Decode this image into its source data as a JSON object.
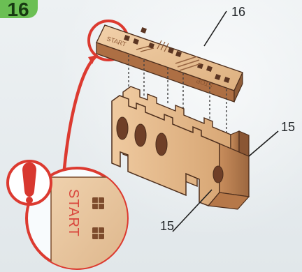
{
  "step": {
    "number": "16"
  },
  "labels": {
    "part_16": "16",
    "part_15_upper": "15",
    "part_15_lower": "15"
  },
  "detail": {
    "start_text": "START",
    "warning_icon": "exclamation-icon"
  },
  "top_piece": {
    "start_text": "START",
    "stop_text": "STOP"
  },
  "colors": {
    "background": "#e6ebee",
    "badge": "#6bbf54",
    "accent_red": "#dc3a30",
    "wood_light": "#e8c39a",
    "wood_mid": "#cf9b6a",
    "wood_dark": "#8f5d39",
    "outline": "#4e2f1d"
  }
}
